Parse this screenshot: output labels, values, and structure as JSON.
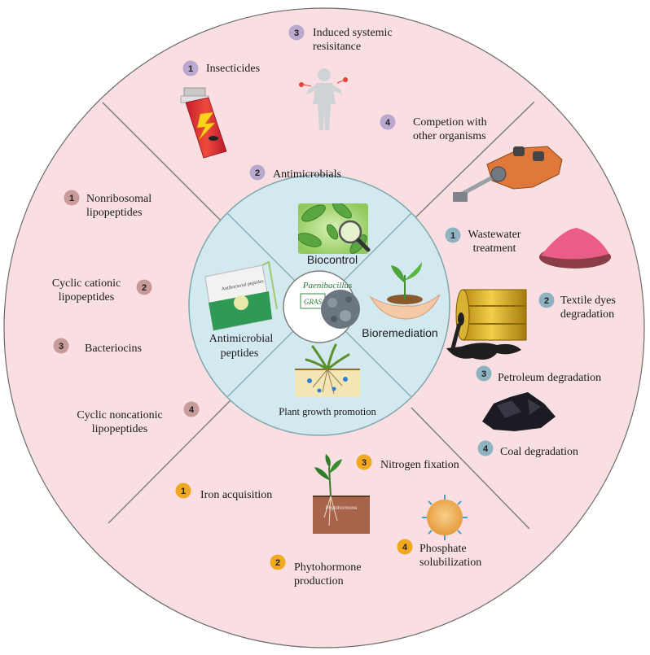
{
  "center": {
    "genus": "Paenibacillus",
    "tag": "GRAS"
  },
  "inner": {
    "biocontrol": "Biocontrol",
    "antimicrobial_line1": "Antimicrobial",
    "antimicrobial_line2": "peptides",
    "bioremediation": "Bioremediation",
    "plant_growth": "Plant growth promotion"
  },
  "product_label": "Antibacterial peptides",
  "soil_label": "Phytohormone",
  "colors": {
    "outer_fill": "#f9dfe1",
    "inner_fill": "#d3e9f0",
    "center_fill": "#ffffff",
    "divider": "#8fb6bd",
    "badge_biocontrol": "#b9a8cf",
    "badge_antimicrobial": "#c99a9a",
    "badge_bioremediation": "#8fb2c0",
    "badge_plant": "#f0a81e"
  },
  "icons": [
    "spray-can-icon",
    "human-body-icon",
    "bacteria-icon",
    "peptide-package-icon",
    "sprout-hands-icon",
    "plant-root-icon",
    "water-pipe-icon",
    "pink-powder-icon",
    "oil-barrel-icon",
    "coal-icon",
    "plant-soil-icon",
    "phosphate-particle-icon"
  ],
  "biocontrol": [
    {
      "num": "1",
      "line1": "Insecticides",
      "line2": ""
    },
    {
      "num": "2",
      "line1": "Antimicrobials",
      "line2": ""
    },
    {
      "num": "3",
      "line1": "Induced systemic",
      "line2": "resisitance"
    },
    {
      "num": "4",
      "line1": "Competion with",
      "line2": "other organisms"
    }
  ],
  "antimicrobial": [
    {
      "num": "1",
      "line1": "Nonribosomal",
      "line2": "lipopeptides"
    },
    {
      "num": "2",
      "line1": "Cyclic cationic",
      "line2": "lipopeptides"
    },
    {
      "num": "3",
      "line1": "Bacteriocins",
      "line2": ""
    },
    {
      "num": "4",
      "line1": "Cyclic noncationic",
      "line2": "lipopeptides"
    }
  ],
  "bioremediation": [
    {
      "num": "1",
      "line1": "Wastewater",
      "line2": "treatment"
    },
    {
      "num": "2",
      "line1": "Textile dyes",
      "line2": "degradation"
    },
    {
      "num": "3",
      "line1": "Petroleum  degradation",
      "line2": ""
    },
    {
      "num": "4",
      "line1": "Coal degradation",
      "line2": ""
    }
  ],
  "plant": [
    {
      "num": "1",
      "line1": "Iron acquisition",
      "line2": ""
    },
    {
      "num": "2",
      "line1": "Phytohormone",
      "line2": "production"
    },
    {
      "num": "3",
      "line1": "Nitrogen fixation",
      "line2": ""
    },
    {
      "num": "4",
      "line1": "Phosphate",
      "line2": "solubilization"
    }
  ]
}
